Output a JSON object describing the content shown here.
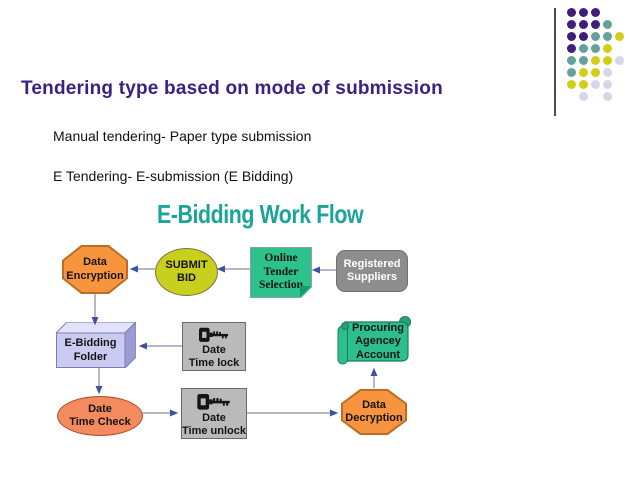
{
  "slide": {
    "title": "Tendering type based on mode of submission",
    "bullet1": "Manual tendering- Paper type submission",
    "bullet2": "E Tendering- E-submission (E Bidding)",
    "diagram_title": "E-Bidding Work Flow"
  },
  "diagram": {
    "nodes": {
      "data_encryption": {
        "label": "Data\nEncryption",
        "shape": "octagon",
        "fill": "#F7943E"
      },
      "submit_bid": {
        "label": "SUBMIT\nBID",
        "shape": "ellipse",
        "fill": "#C9CF1D"
      },
      "online_tender": {
        "label": "Online\nTender\nSelection",
        "shape": "folded-note",
        "fill": "#2DC28B"
      },
      "registered_suppliers": {
        "label": "Registered\nSuppliers",
        "shape": "rounded-rect",
        "fill": "#8D8D8D"
      },
      "ebidding_folder": {
        "label": "E-Bidding\nFolder",
        "shape": "cube",
        "fill": "#CBCBF1"
      },
      "date_time_lock": {
        "label": "Date\nTime lock",
        "shape": "rect",
        "fill": "#BABABA",
        "icon": "key-icon"
      },
      "procuring_agency": {
        "label": "Procuring\nAgencey\nAccount",
        "shape": "scroll",
        "fill": "#2DBE8E"
      },
      "date_time_check": {
        "label": "Date\nTime Check",
        "shape": "ellipse",
        "fill": "#F48B5F"
      },
      "date_time_unlock": {
        "label": "Date\nTime unlock",
        "shape": "rect",
        "fill": "#BABABA",
        "icon": "key-icon"
      },
      "data_decryption": {
        "label": "Data\nDecryption",
        "shape": "octagon",
        "fill": "#F7943E"
      }
    },
    "edges": [
      {
        "from": "registered_suppliers",
        "to": "online_tender"
      },
      {
        "from": "online_tender",
        "to": "submit_bid"
      },
      {
        "from": "submit_bid",
        "to": "data_encryption"
      },
      {
        "from": "data_encryption",
        "to": "ebidding_folder"
      },
      {
        "from": "date_time_lock",
        "to": "ebidding_folder"
      },
      {
        "from": "ebidding_folder",
        "to": "date_time_check"
      },
      {
        "from": "date_time_check",
        "to": "date_time_unlock"
      },
      {
        "from": "date_time_unlock",
        "to": "data_decryption"
      },
      {
        "from": "data_decryption",
        "to": "procuring_agency"
      }
    ]
  },
  "colors": {
    "slide_title": "#3A2183",
    "diagram_title": "#1BA49A",
    "octagon_fill": "#F7943E",
    "octagon_border": "#BC6C25",
    "submit_fill": "#C9CF1D",
    "note_green": "#2DC28B",
    "gray_node": "#8D8D8D",
    "folder_lavender": "#CBCBF1",
    "scroll_green": "#2DBE8E",
    "check_salmon": "#F48B5F",
    "arrow_line": "#8a8aa8",
    "arrow_head": "#3F51A3"
  },
  "decor": {
    "dot_colors": {
      "P": "#3D1E78",
      "T": "#64A09C",
      "Y": "#D2CD17",
      "L": "#D6D6E9"
    },
    "dot_rows": [
      [
        "P",
        "P",
        "P"
      ],
      [
        "P",
        "P",
        "P",
        "T"
      ],
      [
        "P",
        "P",
        "T",
        "T",
        "Y"
      ],
      [
        "P",
        "T",
        "T",
        "Y"
      ],
      [
        "T",
        "T",
        "Y",
        "Y",
        "L"
      ],
      [
        "T",
        "Y",
        "Y",
        "L"
      ],
      [
        "Y",
        "Y",
        "L",
        "L"
      ],
      [
        null,
        "L",
        null,
        "L"
      ]
    ]
  }
}
